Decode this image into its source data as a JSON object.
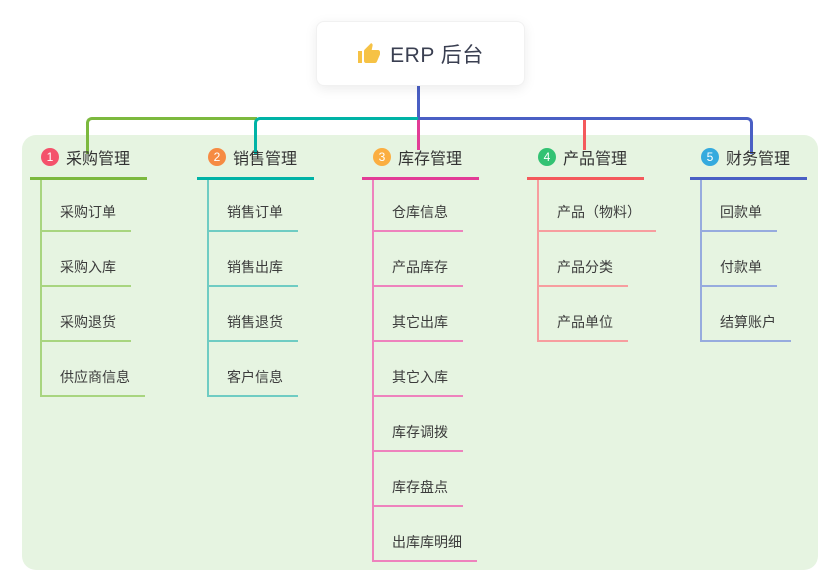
{
  "root": {
    "title": "ERP 后台",
    "icon": "thumbs-up-icon",
    "icon_color": "#f6c245"
  },
  "colors": {
    "panel_bg": "#e6f4e1",
    "root_connector": "#4a5fc4",
    "bus_green": "#7cb93e",
    "bus_teal": "#00b3a6",
    "bus_blue": "#4a5fc4",
    "drop_magenta": "#e23c96",
    "drop_red": "#f4595c"
  },
  "branches": [
    {
      "badge": "1",
      "label": "采购管理",
      "badge_color": "#f4526b",
      "line_color": "#7cb93e",
      "child_line_color": "#a8d57f",
      "children": [
        "采购订单",
        "采购入库",
        "采购退货",
        "供应商信息"
      ]
    },
    {
      "badge": "2",
      "label": "销售管理",
      "badge_color": "#f68b43",
      "line_color": "#00b3a6",
      "child_line_color": "#6fccc3",
      "children": [
        "销售订单",
        "销售出库",
        "销售退货",
        "客户信息"
      ]
    },
    {
      "badge": "3",
      "label": "库存管理",
      "badge_color": "#fbae41",
      "line_color": "#e23c96",
      "child_line_color": "#ee82bd",
      "children": [
        "仓库信息",
        "产品库存",
        "其它出库",
        "其它入库",
        "库存调拨",
        "库存盘点",
        "出库库明细"
      ]
    },
    {
      "badge": "4",
      "label": "产品管理",
      "badge_color": "#33c273",
      "line_color": "#f4595c",
      "child_line_color": "#f79d9f",
      "children": [
        "产品（物料）",
        "产品分类",
        "产品单位"
      ]
    },
    {
      "badge": "5",
      "label": "财务管理",
      "badge_color": "#35aade",
      "line_color": "#4a5fc4",
      "child_line_color": "#97abde",
      "children": [
        "回款单",
        "付款单",
        "结算账户"
      ]
    }
  ]
}
